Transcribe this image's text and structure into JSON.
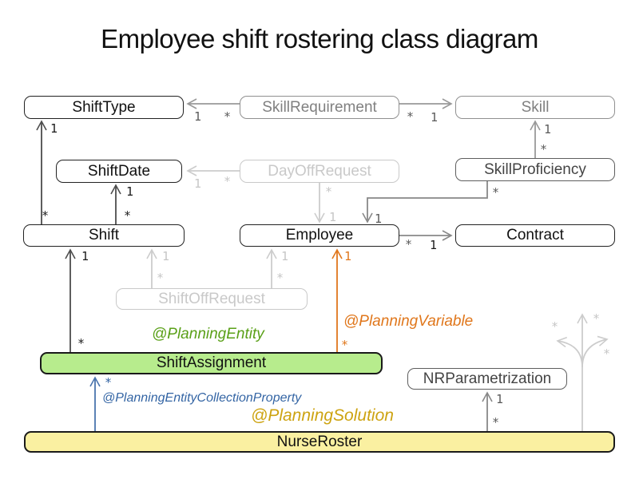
{
  "title": "Employee shift rostering class diagram",
  "classes": {
    "shift_type": "ShiftType",
    "skill_requirement": "SkillRequirement",
    "skill": "Skill",
    "shift_date": "ShiftDate",
    "day_off_request": "DayOffRequest",
    "skill_proficiency": "SkillProficiency",
    "shift": "Shift",
    "employee": "Employee",
    "contract": "Contract",
    "shift_off_request": "ShiftOffRequest",
    "shift_assignment": "ShiftAssignment",
    "nr_parametrization": "NRParametrization",
    "nurse_roster": "NurseRoster"
  },
  "annotations": {
    "planning_entity": {
      "label": "@PlanningEntity",
      "color": "#5aa018"
    },
    "planning_variable": {
      "label": "@PlanningVariable",
      "color": "#e0771c"
    },
    "planning_entity_collection_property": {
      "label": "@PlanningEntityCollectionProperty",
      "color": "#3465a4"
    },
    "planning_solution": {
      "label": "@PlanningSolution",
      "color": "#cda311"
    }
  },
  "relations": {
    "skillrequirement_shifttype": {
      "shifttype_end": "1",
      "skillrequirement_end": "*"
    },
    "skillrequirement_skill": {
      "skillrequirement_end": "*",
      "skill_end": "1"
    },
    "dayoffrequest_shiftdate": {
      "shiftdate_end": "1",
      "dayoffrequest_end": "*"
    },
    "shift_shifttype": {
      "shifttype_end": "1",
      "shift_end": "*"
    },
    "shift_shiftdate": {
      "shiftdate_end": "1",
      "shift_end": "*"
    },
    "skillproficiency_skill": {
      "skill_end": "1",
      "skillproficiency_end": "*"
    },
    "skillproficiency_employee": {
      "skillproficiency_end": "*",
      "employee_end": "1"
    },
    "dayoffrequest_employee": {
      "dayoffrequest_end": "*",
      "employee_end": "1"
    },
    "employee_contract": {
      "employee_end": "*",
      "contract_end": "1"
    },
    "shiftoffrequest_shift": {
      "shift_end": "1",
      "shiftoffrequest_end": "*"
    },
    "shiftoffrequest_employee": {
      "employee_end": "1",
      "shiftoffrequest_end": "*"
    },
    "shiftassignment_shift": {
      "shift_end": "1",
      "shiftassignment_end": "*"
    },
    "shiftassignment_employee": {
      "employee_end": "1",
      "shiftassignment_end": "*"
    },
    "nurseroster_shiftassignment": {
      "shiftassignment_end": "*"
    },
    "nurseroster_nrparametrization": {
      "nrparametrization_end": "1",
      "nurseroster_end": "*"
    },
    "nurseroster_lightweight": {
      "up_end": "*",
      "left_end": "*",
      "right_end": "*"
    }
  },
  "colors": {
    "planning_entity_fill": "#b7ec8d",
    "planning_solution_fill": "#faf0a1",
    "class_border": "#222222",
    "grayed_class": "#909090",
    "lightweight_class": "#c9c9c9"
  }
}
